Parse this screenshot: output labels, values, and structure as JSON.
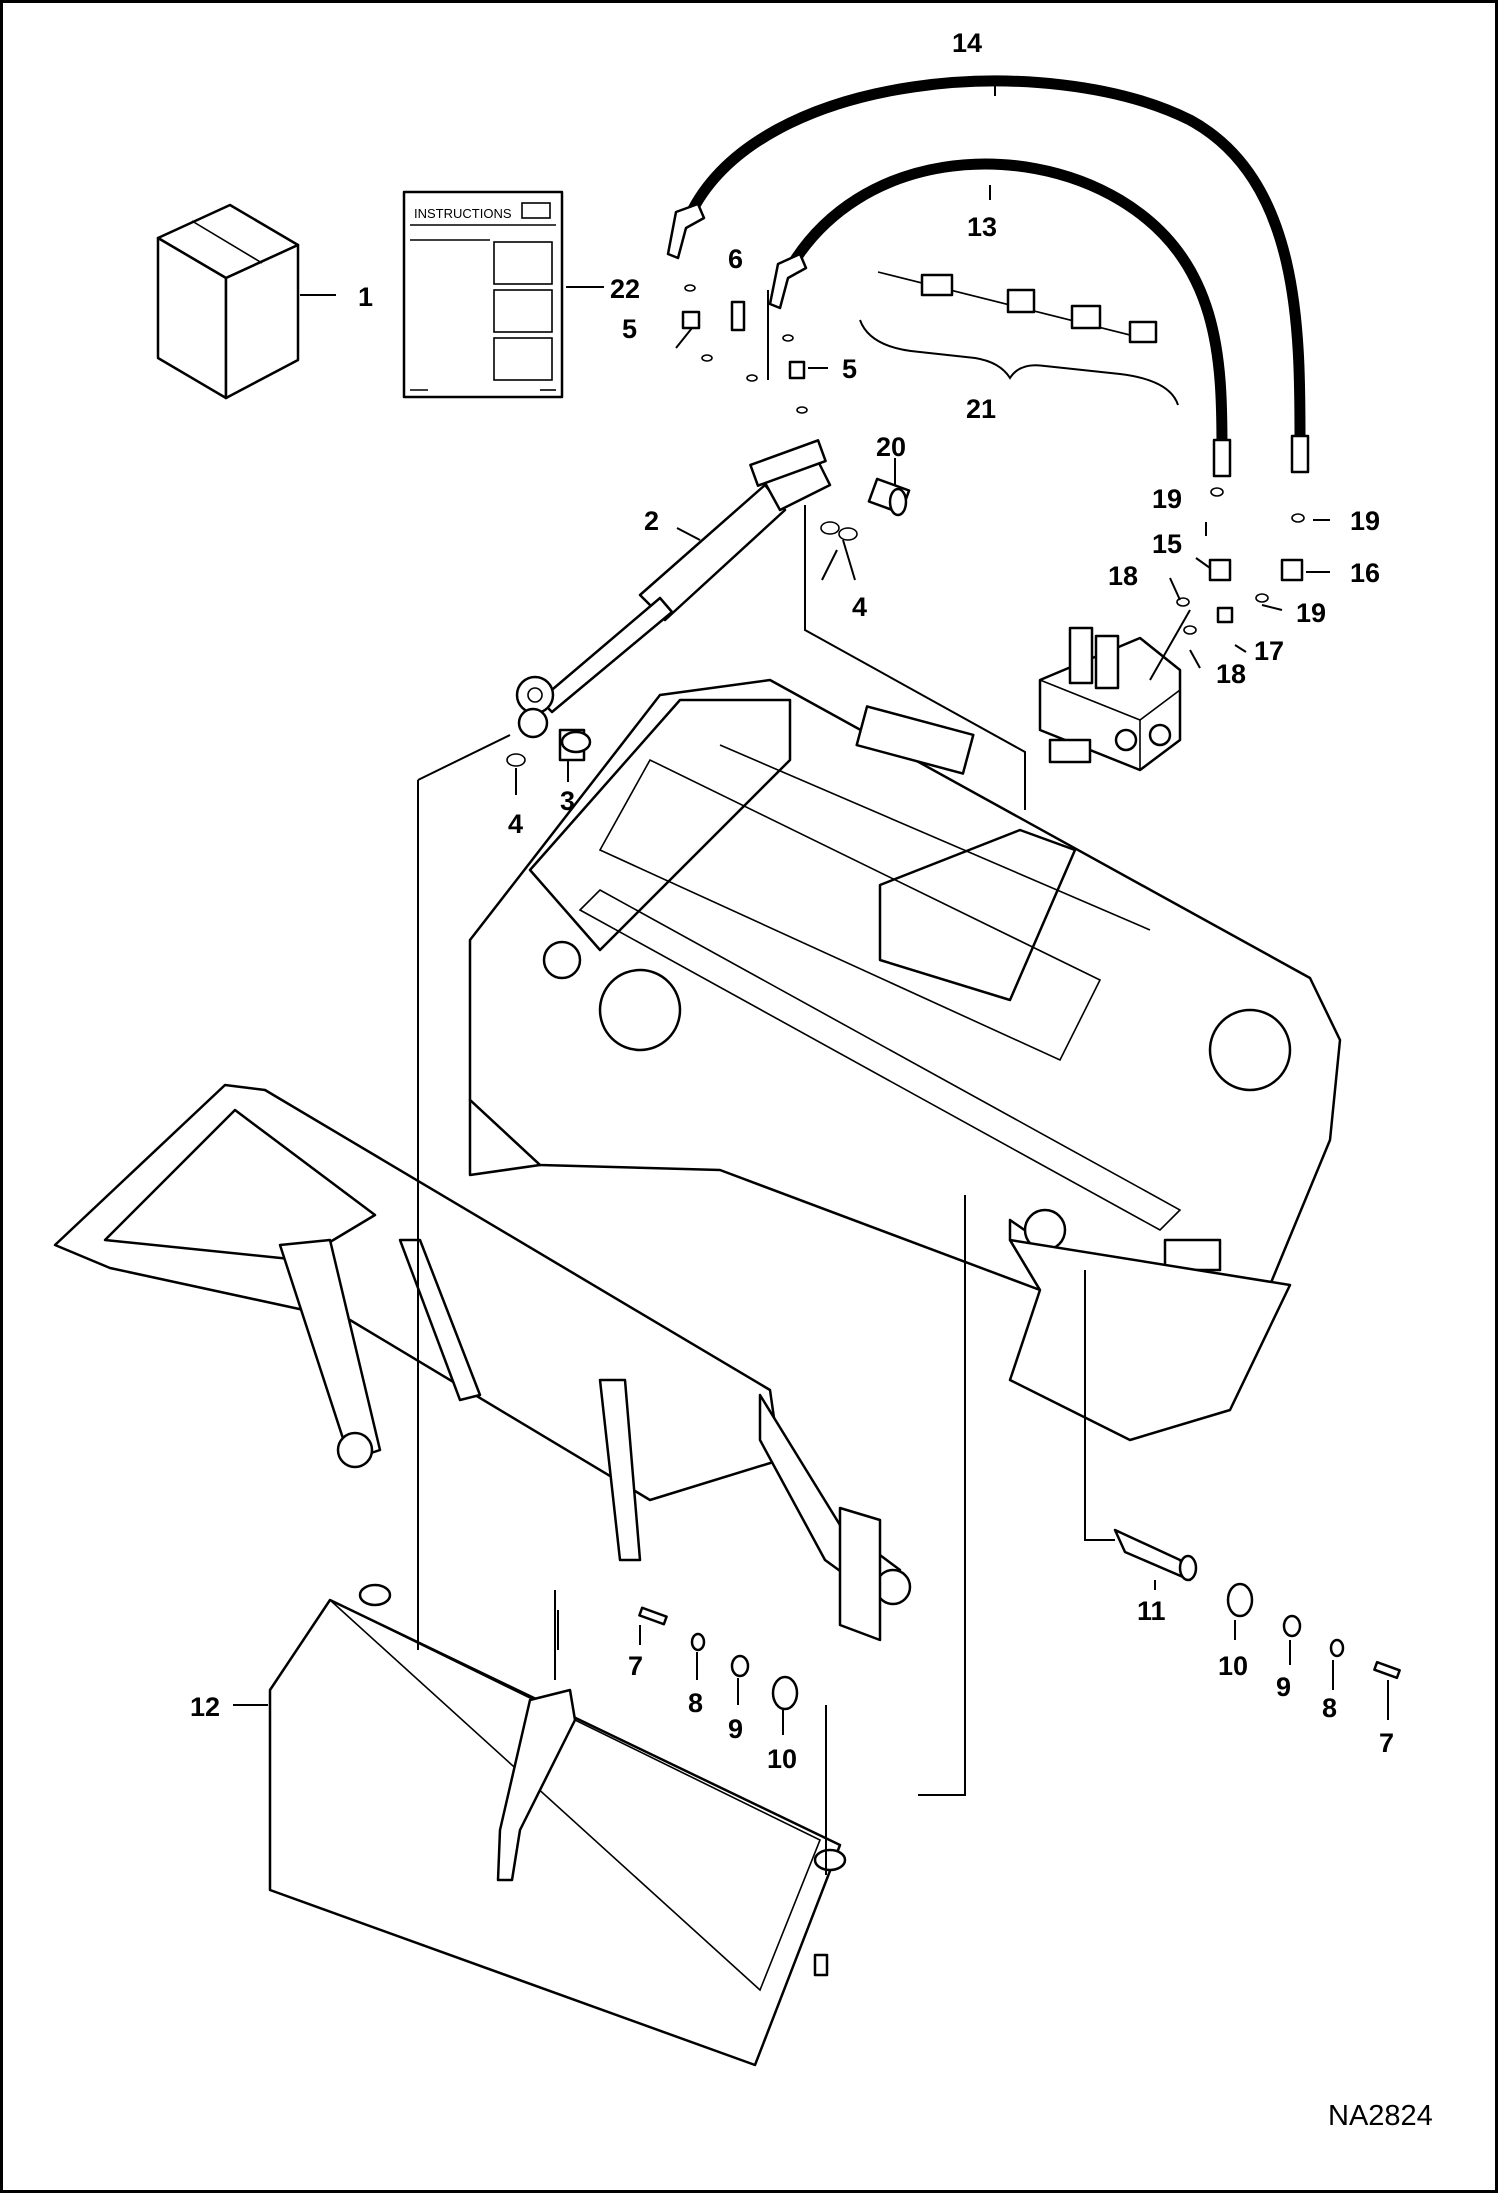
{
  "diagram": {
    "reference_code": "NA2824",
    "instructions_sheet_title": "INSTRUCTIONS",
    "callouts": {
      "c1": "1",
      "c2": "2",
      "c3": "3",
      "c4a": "4",
      "c4b": "4",
      "c5a": "5",
      "c5b": "5",
      "c6": "6",
      "c7a": "7",
      "c7b": "7",
      "c8a": "8",
      "c8b": "8",
      "c9a": "9",
      "c9b": "9",
      "c10a": "10",
      "c10b": "10",
      "c11": "11",
      "c12": "12",
      "c13": "13",
      "c14": "14",
      "c15": "15",
      "c16": "16",
      "c17": "17",
      "c18a": "18",
      "c18b": "18",
      "c19a": "19",
      "c19b": "19",
      "c19c": "19",
      "c20": "20",
      "c21": "21",
      "c22": "22"
    }
  }
}
